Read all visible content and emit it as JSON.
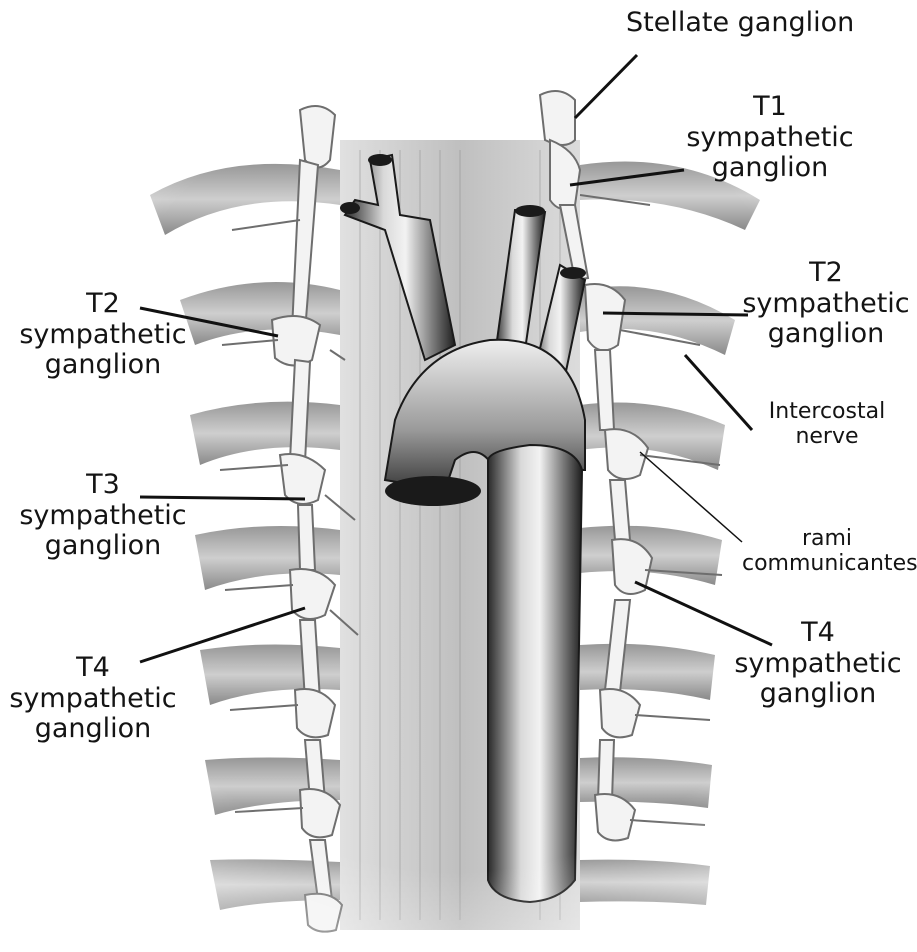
{
  "labels": {
    "stellate": {
      "lines": [
        "Stellate ganglion"
      ]
    },
    "t1_right": {
      "lines": [
        "T1",
        "sympathetic",
        "ganglion"
      ]
    },
    "t2_right": {
      "lines": [
        "T2",
        "sympathetic",
        "ganglion"
      ]
    },
    "t2_left": {
      "lines": [
        "T2",
        "sympathetic",
        "ganglion"
      ]
    },
    "intercostal": {
      "lines": [
        "Intercostal",
        "nerve"
      ]
    },
    "t3_left": {
      "lines": [
        "T3",
        "sympathetic",
        "ganglion"
      ]
    },
    "rami": {
      "lines": [
        "rami",
        "communicantes"
      ]
    },
    "t4_right": {
      "lines": [
        "T4",
        "sympathetic",
        "ganglion"
      ]
    },
    "t4_left": {
      "lines": [
        "T4",
        "sympathetic",
        "ganglion"
      ]
    }
  }
}
